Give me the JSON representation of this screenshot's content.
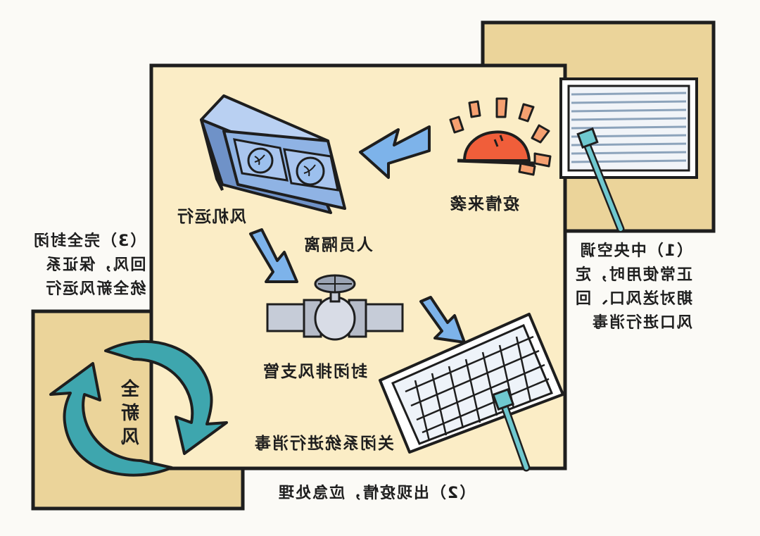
{
  "labels": {
    "fan_running": "风机运行",
    "epidemic_coming": "疫情来袭",
    "personnel_isolation": "人员隔离",
    "close_exhaust_branch": "封闭排风支管",
    "close_system_disinfect": "关闭系统进行消毒",
    "new_air": [
      "全",
      "新",
      "风"
    ]
  },
  "notes": {
    "note1": [
      "（1）中央空调",
      "正常使用时，定",
      "期对送风口、回",
      "风口进行消毒"
    ],
    "note2": "（2）出现疫情，应急处理",
    "note3": [
      "（3）完全封闭",
      "回风，保证系",
      "统全新风运行"
    ]
  },
  "colors": {
    "panel": "#fbedc6",
    "panel_dark": "#ebd49a",
    "arrow_blue": "#7db3ea",
    "fan_blue": "#8fb3e4",
    "cycle_teal": "#3ea6ae",
    "sun_red": "#f05e3a",
    "ray_orange": "#f5a070"
  }
}
